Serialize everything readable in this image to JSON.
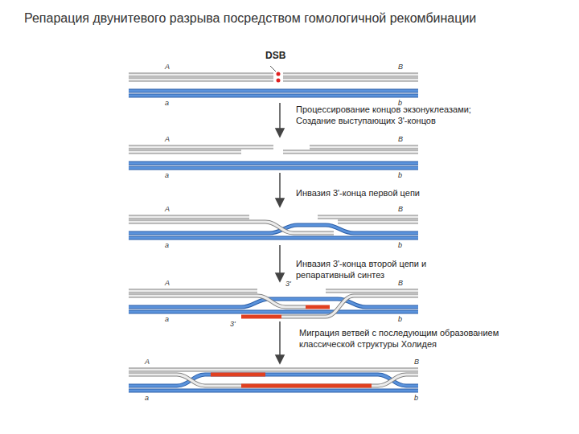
{
  "diagram": {
    "title": "Репарация двунитевого разрыва посредством гомологичной рекомбинации",
    "labels": [
      "DSB",
      "Процессирование концов экзонуклеазами; Создание выступающих 3'-концов",
      "Инвазия 3'-конца первой цепи",
      "Инвазия 3'-конца второй цепи и репаративный синтез",
      "Миграция ветвей с последующим образованием классической структуры Холидея",
      "A",
      "B",
      "a",
      "b",
      "A",
      "B",
      "a",
      "b",
      "A",
      "B",
      "a",
      "b",
      "A",
      "B",
      "a",
      "b",
      "A",
      "B",
      "a",
      "b",
      "3'",
      "3'"
    ]
  }
}
